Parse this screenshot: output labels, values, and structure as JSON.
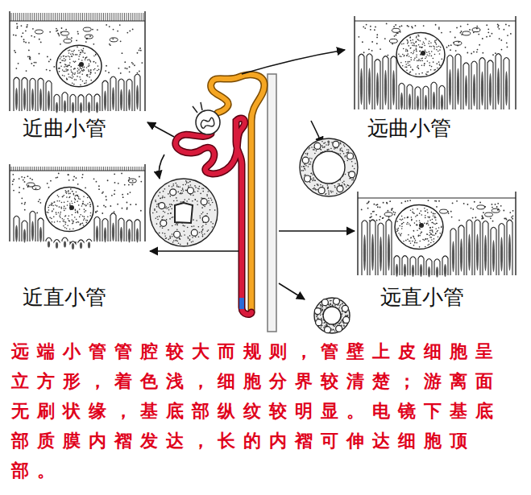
{
  "diagram": {
    "caption": "远端小管管腔较大而规则，管壁上皮细胞呈立方形，着色浅，细胞分界较清楚；游离面无刷状缘，基底部纵纹较明显。电镜下基底部质膜内褶发达，长的内褶可伸达细胞顶部。",
    "nodes": [
      {
        "text": [
          "近曲小管"
        ]
      },
      {
        "text": [
          "远曲小管"
        ]
      },
      {
        "text": [
          "近直小管"
        ]
      },
      {
        "text": [
          "远直小管"
        ]
      }
    ]
  }
}
